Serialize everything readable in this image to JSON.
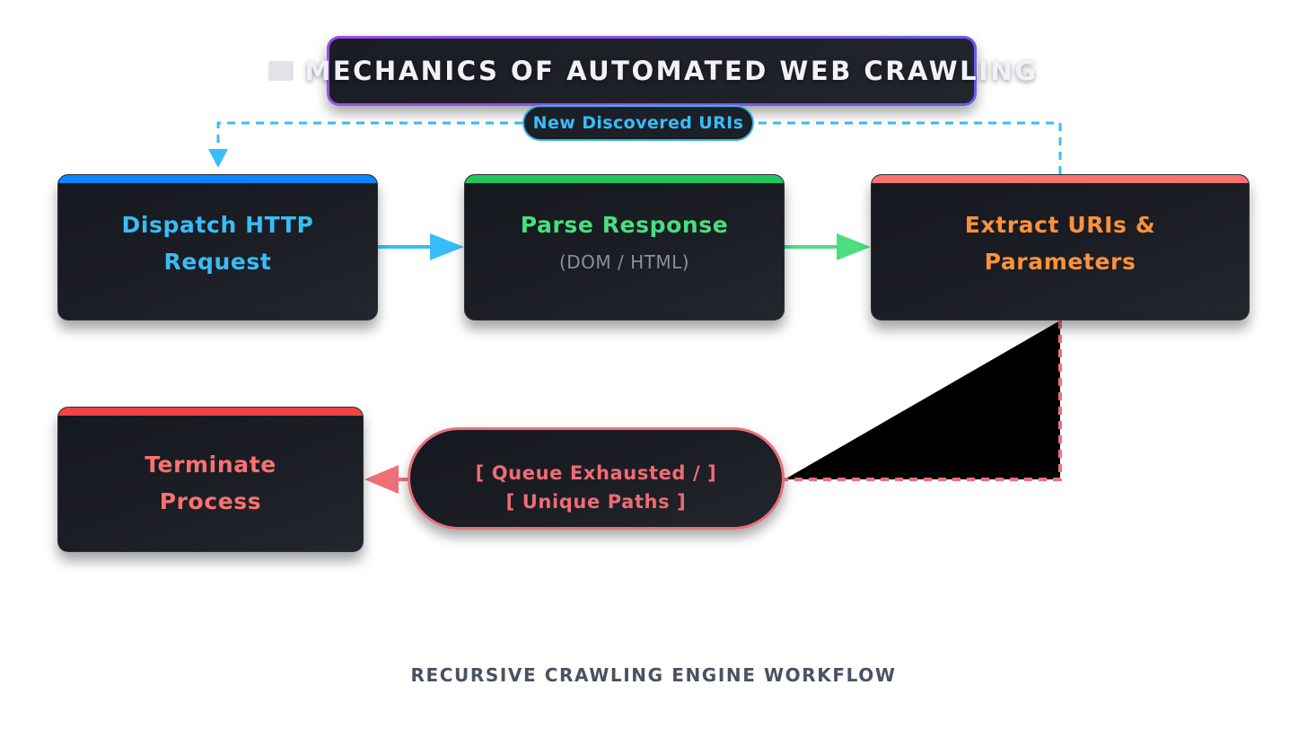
{
  "title": {
    "icon": "cog-icon",
    "text": "MECHANICS OF AUTOMATED WEB CRAWLING"
  },
  "loop_label": "New Discovered URIs",
  "nodes": {
    "dispatch": {
      "line1": "Dispatch HTTP",
      "line2": "Request",
      "accent": "#38bdf8",
      "bar": "#0a84ff"
    },
    "parse": {
      "line1": "Parse Response",
      "sub": "(DOM / HTML)",
      "accent": "#4ade80",
      "bar": "#22c55e"
    },
    "extract": {
      "line1": "Extract URIs &",
      "line2": "Parameters",
      "accent": "#fb923c",
      "bar": "#f87171"
    },
    "terminate": {
      "line1": "Terminate",
      "line2": "Process",
      "accent": "#f87171",
      "bar": "#ef4444"
    }
  },
  "decision": {
    "line1": "[ Queue Exhausted / ]",
    "line2": "[ Unique Paths ]"
  },
  "footer": "RECURSIVE CRAWLING ENGINE WORKFLOW"
}
